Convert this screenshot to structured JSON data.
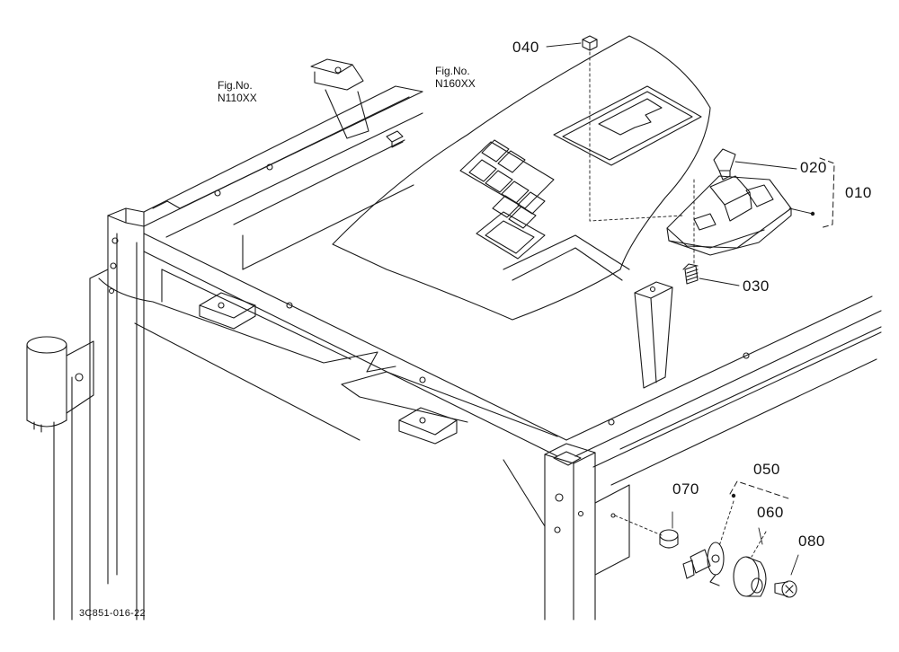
{
  "figure_refs": [
    {
      "prefix": "Fig.No.",
      "number": "N110XX"
    },
    {
      "prefix": "Fig.No.",
      "number": "N160XX"
    }
  ],
  "part_labels": [
    "040",
    "020",
    "010",
    "030",
    "050",
    "070",
    "060",
    "080"
  ],
  "drawing_code": "3C851-016-22",
  "line_color": "#1a1a1a"
}
